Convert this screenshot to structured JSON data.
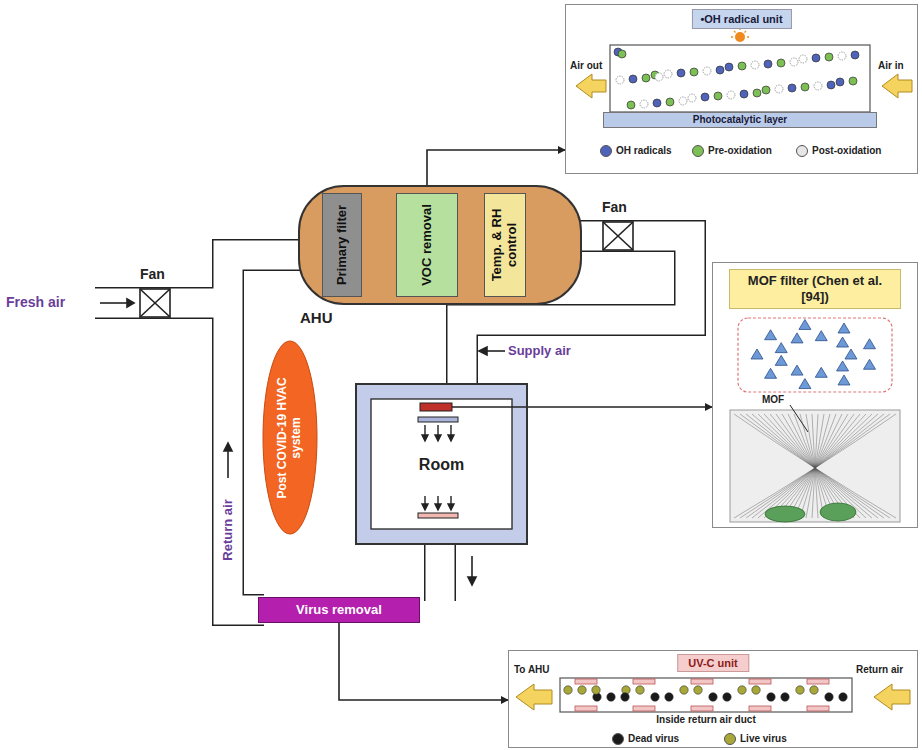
{
  "diagram": {
    "nodes": [
      {
        "text": [
          "•OH radical unit"
        ]
      },
      {
        "text": [
          "Photocatalytic layer"
        ],
        "in": 0
      },
      {
        "text": [
          "AHU"
        ]
      },
      {
        "text": [
          "Primary filter"
        ],
        "in": 2
      },
      {
        "text": [
          "VOC removal"
        ],
        "in": 2
      },
      {
        "text": [
          "Temp. & RH control"
        ],
        "in": 2
      },
      {
        "text": [
          "MOF filter (Chen et al. [94])"
        ]
      },
      {
        "text": [
          "Room"
        ]
      },
      {
        "text": [
          "Post COVID-19 HVAC system"
        ]
      },
      {
        "text": [
          "Virus removal"
        ]
      },
      {
        "text": [
          "UV-C unit"
        ]
      }
    ],
    "edges": [
      {
        "from": 2,
        "to": 7,
        "arrow": "none"
      },
      {
        "from": 7,
        "to": 9,
        "arrow": "none"
      },
      {
        "from": 9,
        "to": 2,
        "arrow": "none"
      },
      {
        "from": 4,
        "to": 0,
        "arrow": "to"
      },
      {
        "from": 7,
        "to": 6,
        "arrow": "to"
      },
      {
        "from": 9,
        "to": 10,
        "arrow": "to"
      }
    ],
    "labels": [
      "Fresh air",
      "Fan",
      "Fan",
      "Air out",
      "Air in",
      "Supply air",
      "MOF",
      "Return air",
      "To AHU",
      "Return air",
      "Inside return air duct"
    ],
    "legend": [
      {
        "text": "OH radicals",
        "color": "#4f63b8"
      },
      {
        "text": "Pre-oxidation",
        "color": "#7cbf55"
      },
      {
        "text": "Post-oxidation",
        "color": "#e6e6e6"
      },
      {
        "text": "Dead virus",
        "color": "#1a1a1a"
      },
      {
        "text": "Live virus",
        "color": "#a8a83a"
      }
    ]
  }
}
